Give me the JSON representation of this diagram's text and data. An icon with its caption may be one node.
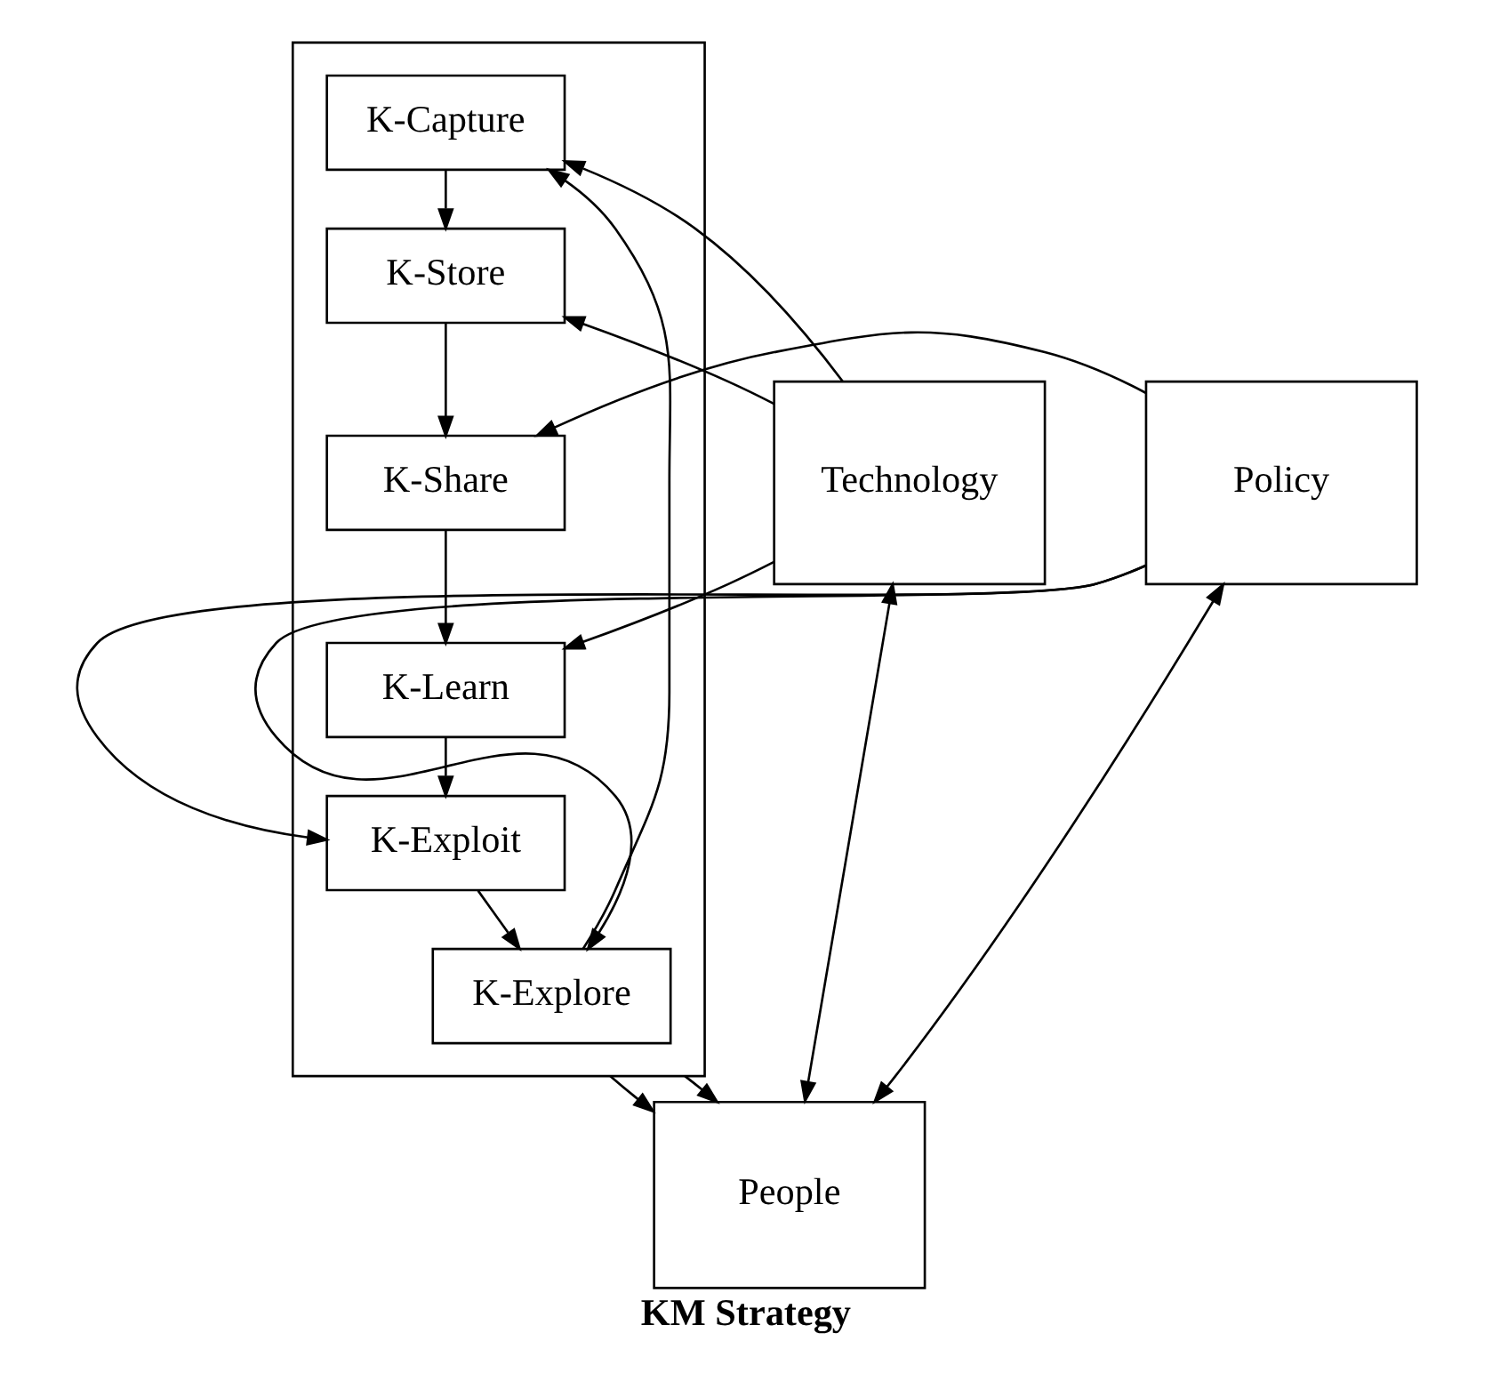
{
  "diagram": {
    "caption": "KM Strategy",
    "nodes": [
      {
        "text": [
          "Technology"
        ]
      },
      {
        "text": [],
        "shape": "box"
      },
      {
        "text": [
          "K-Capture"
        ],
        "in": 1
      },
      {
        "text": [
          "K-Store"
        ],
        "in": 1
      },
      {
        "text": [
          "K-Share"
        ],
        "in": 1
      },
      {
        "text": [
          "K-Learn"
        ],
        "in": 1
      },
      {
        "text": [
          "K-Exploit"
        ],
        "in": 1
      },
      {
        "text": [
          "K-Explore"
        ],
        "in": 1
      },
      {
        "text": [
          "Policy"
        ]
      },
      {
        "text": [
          "People"
        ]
      }
    ],
    "edges": [
      {
        "from": 2,
        "to": 3,
        "arrow": "to"
      },
      {
        "from": 3,
        "to": 4,
        "arrow": "to"
      },
      {
        "from": 4,
        "to": 5,
        "arrow": "to"
      },
      {
        "from": 5,
        "to": 6,
        "arrow": "to"
      },
      {
        "from": 6,
        "to": 7,
        "arrow": "to"
      },
      {
        "from": 7,
        "to": 2,
        "arrow": "to"
      },
      {
        "from": 0,
        "to": 2,
        "arrow": "to"
      },
      {
        "from": 0,
        "to": 3,
        "arrow": "to"
      },
      {
        "from": 0,
        "to": 5,
        "arrow": "to"
      },
      {
        "from": 8,
        "to": 4,
        "arrow": "to"
      },
      {
        "from": 8,
        "to": 6,
        "arrow": "to"
      },
      {
        "from": 8,
        "to": 7,
        "arrow": "to"
      },
      {
        "from": 0,
        "to": 9,
        "arrow": "both"
      },
      {
        "from": 8,
        "to": 9,
        "arrow": "both"
      },
      {
        "from": 1,
        "to": 9,
        "arrow": "to"
      },
      {
        "from": 1,
        "to": 9,
        "arrow": "to"
      }
    ]
  }
}
